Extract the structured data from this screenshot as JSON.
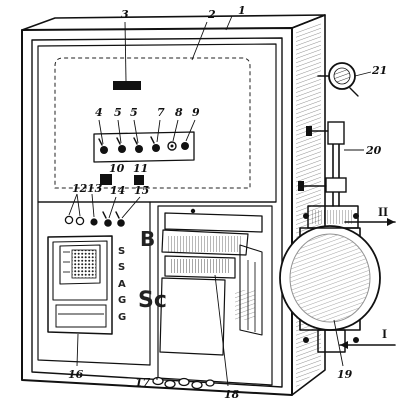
{
  "callouts": [
    "1",
    "2",
    "3",
    "4",
    "5",
    "5",
    "7",
    "8",
    "9",
    "10",
    "11",
    "12",
    "13",
    "14",
    "15",
    "16",
    "17",
    "18",
    "19",
    "20",
    "21"
  ],
  "roman": {
    "in": "I",
    "out": "II"
  },
  "panel_letters": {
    "top": "B",
    "bottom": "Sc"
  },
  "side_letters": [
    "S",
    "S",
    "A",
    "G"
  ]
}
